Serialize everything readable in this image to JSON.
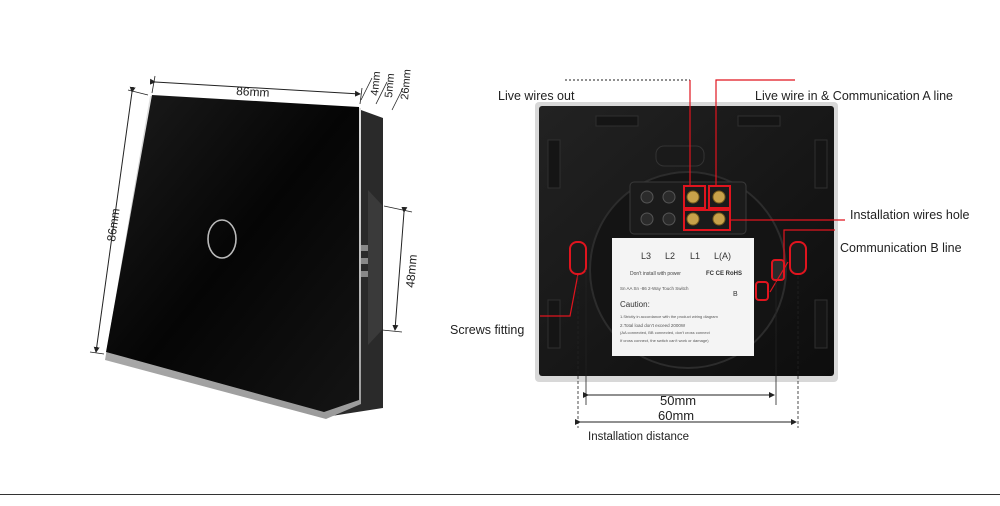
{
  "front_view": {
    "width_dimension": "86mm",
    "height_dimension": "86mm",
    "depth_dimensions": [
      "4mm",
      "5mm",
      "26mm"
    ],
    "box_dimension": "48mm"
  },
  "back_view": {
    "callouts": {
      "live_wires_out": "Live wires out",
      "live_wire_in": "Live wire in & Communication A line",
      "installation_wires_hole": "Installation wires hole",
      "communication_b_line": "Communication B line",
      "screws_fitting": "Screws fitting"
    },
    "terminal_labels": [
      "L3",
      "L2",
      "L1",
      "L(A)"
    ],
    "b_label": "B",
    "label_sticker": {
      "warning_text": "Don't install with power",
      "certifications": "FC CE RoHS",
      "model_line": "Sn AA Sn -86 2-Way Touch Switch",
      "caution_title": "Caution:",
      "caution_lines": [
        "1.Strictly in accordance with the product wiring diagram",
        "2.Total load don't exceed 2000W",
        "(AA connected, BB connected, don't cross connect",
        "If cross connect, the switch can't work or damage)"
      ]
    },
    "dimensions": {
      "inner": "50mm",
      "outer": "60mm",
      "caption": "Installation distance"
    }
  },
  "colors": {
    "panel": "#0b0b0b",
    "frame_silver": "#c8c8c8",
    "highlight_red": "#e0141e",
    "terminal_gold": "#c8a24a",
    "dimension_line": "#222222"
  }
}
